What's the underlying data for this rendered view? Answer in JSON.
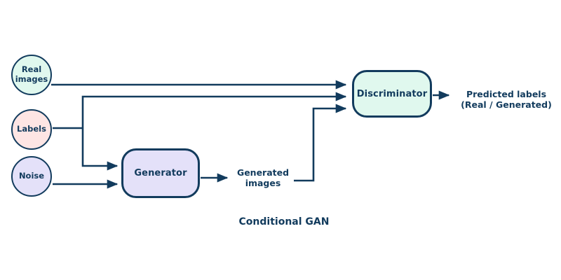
{
  "diagram_title": "Conditional GAN",
  "colors": {
    "ink": "#123b5d",
    "mint": "#e0f8ee",
    "pink": "#fde5e4",
    "lavender": "#e4e1f9",
    "bg": "#ffffff"
  },
  "nodes": {
    "real_images": {
      "label": "Real images",
      "shape": "circle",
      "fill_color": "#e0f8ee"
    },
    "labels": {
      "label": "Labels",
      "shape": "circle",
      "fill_color": "#fde5e4"
    },
    "noise": {
      "label": "Noise",
      "shape": "circle",
      "fill_color": "#e4e1f9"
    },
    "generator": {
      "label": "Generator",
      "shape": "rounded-rect",
      "fill_color": "#e4e1f9"
    },
    "discriminator": {
      "label": "Discriminator",
      "shape": "rounded-rect",
      "fill_color": "#e0f8ee"
    }
  },
  "annotations": {
    "generated_images": "Generated images",
    "predicted_labels_line1": "Predicted labels",
    "predicted_labels_line2": "(Real / Generated)"
  },
  "edges": [
    {
      "from": "real_images",
      "to": "discriminator"
    },
    {
      "from": "labels",
      "to": "discriminator"
    },
    {
      "from": "labels",
      "to": "generator"
    },
    {
      "from": "noise",
      "to": "generator"
    },
    {
      "from": "generator",
      "to": "generated_images"
    },
    {
      "from": "generated_images",
      "to": "discriminator"
    },
    {
      "from": "discriminator",
      "to": "predicted_labels"
    }
  ]
}
